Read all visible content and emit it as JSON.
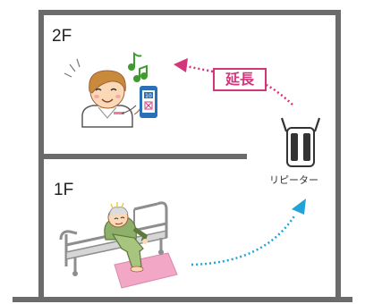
{
  "floors": {
    "upper": "2F",
    "lower": "1F"
  },
  "signal": {
    "extend_label": "延長"
  },
  "repeater": {
    "label": "リピーター"
  },
  "phone": {
    "badge": "10"
  },
  "colors": {
    "wall": "#6b6b6b",
    "accent": "#d4357a",
    "signal_arrow": "#22a3d8",
    "music_note": "#3f9b2f",
    "floor_mat": "#f2a7c6"
  },
  "icons": [
    "nurse",
    "smartphone",
    "music-note",
    "repeater",
    "bed",
    "patient",
    "floor-mat"
  ]
}
